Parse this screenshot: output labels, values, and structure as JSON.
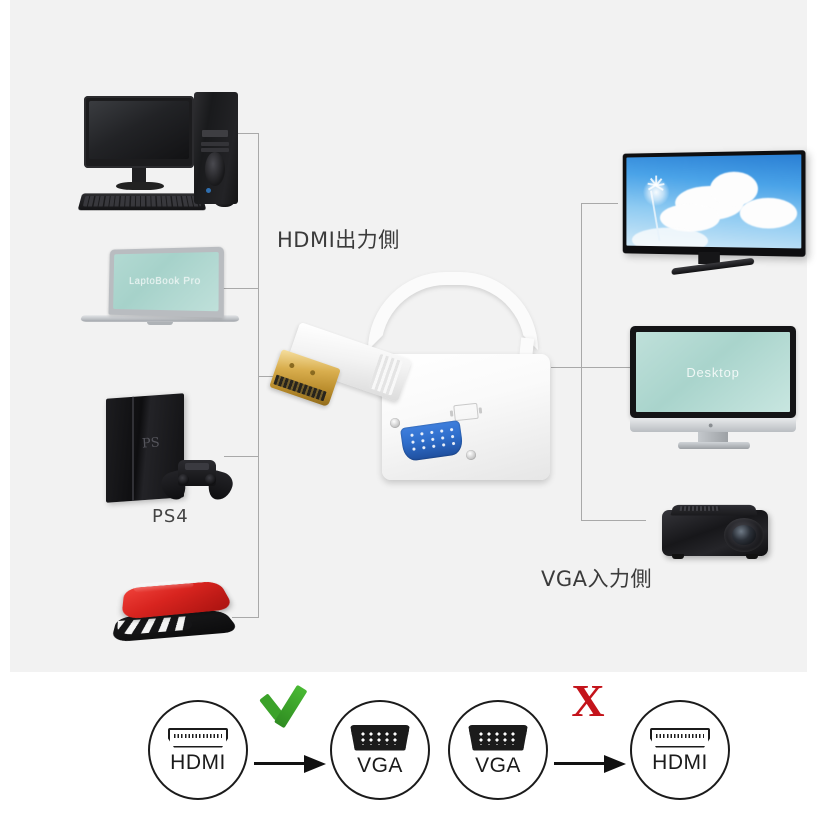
{
  "diagram": {
    "hdmi_side_label": "HDMI出力側",
    "vga_side_label": "VGA入力側",
    "source_devices": [
      {
        "name": "desktop-pc",
        "caption": ""
      },
      {
        "name": "laptop",
        "caption": "",
        "screen_text": "LaptoBook Pro"
      },
      {
        "name": "game-console",
        "caption": "PS4"
      },
      {
        "name": "media-box",
        "caption": ""
      }
    ],
    "display_devices": [
      {
        "name": "television",
        "caption": ""
      },
      {
        "name": "desktop-monitor",
        "caption": "",
        "screen_text": "Desktop"
      },
      {
        "name": "projector",
        "caption": ""
      }
    ],
    "adapter": {
      "name": "hdmi-to-vga-adapter",
      "input_connector": "HDMI",
      "output_port": "VGA"
    },
    "ps4_caption": "PS4"
  },
  "compatibility": {
    "supported": {
      "from": "HDMI",
      "to": "VGA",
      "mark": "check",
      "mark_color": "#3ba229",
      "mark_glyph": ""
    },
    "unsupported": {
      "from": "VGA",
      "to": "HDMI",
      "mark": "cross",
      "mark_color": "#c4141b",
      "mark_glyph": "X"
    }
  },
  "colors": {
    "panel_background": "#f2f2f2",
    "page_background": "#ffffff",
    "bracket_line": "#a9a9a9",
    "text": "#3b3b3b",
    "vga_blue": "#2f6ecb",
    "hdmi_gold": "#d9ae4e"
  }
}
